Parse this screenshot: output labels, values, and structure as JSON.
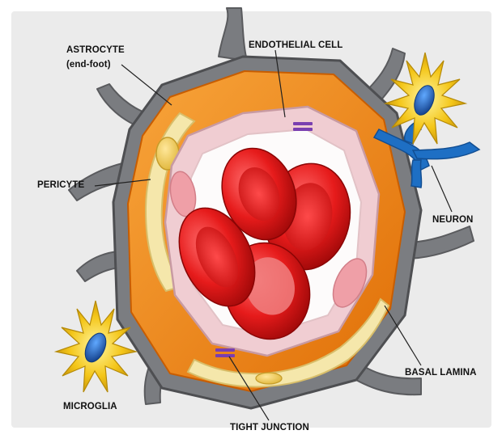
{
  "labels": {
    "astrocyte": "ASTROCYTE",
    "astrocyte_sub": "(end-foot)",
    "endothelial_cell": "ENDOTHELIAL CELL",
    "pericyte": "PERICYTE",
    "neuron": "NEURON",
    "basal_lamina": "BASAL LAMINA",
    "microglia": "MICROGLIA",
    "tight_junction": "TIGHT JUNCTION"
  },
  "colors": {
    "astrocyte": "#77797c",
    "basal_lamina": "#f07f10",
    "pericyte": "#f4e6a8",
    "endothelial": "#efc9cf",
    "lumen": "#ffffff",
    "red_blood_cell": "#e01a1a",
    "neuron": "#1e6fc4",
    "microglia": "#f1c40f",
    "nucleus": "#1d5fb3",
    "tight_junction": "#7a3fb0"
  }
}
